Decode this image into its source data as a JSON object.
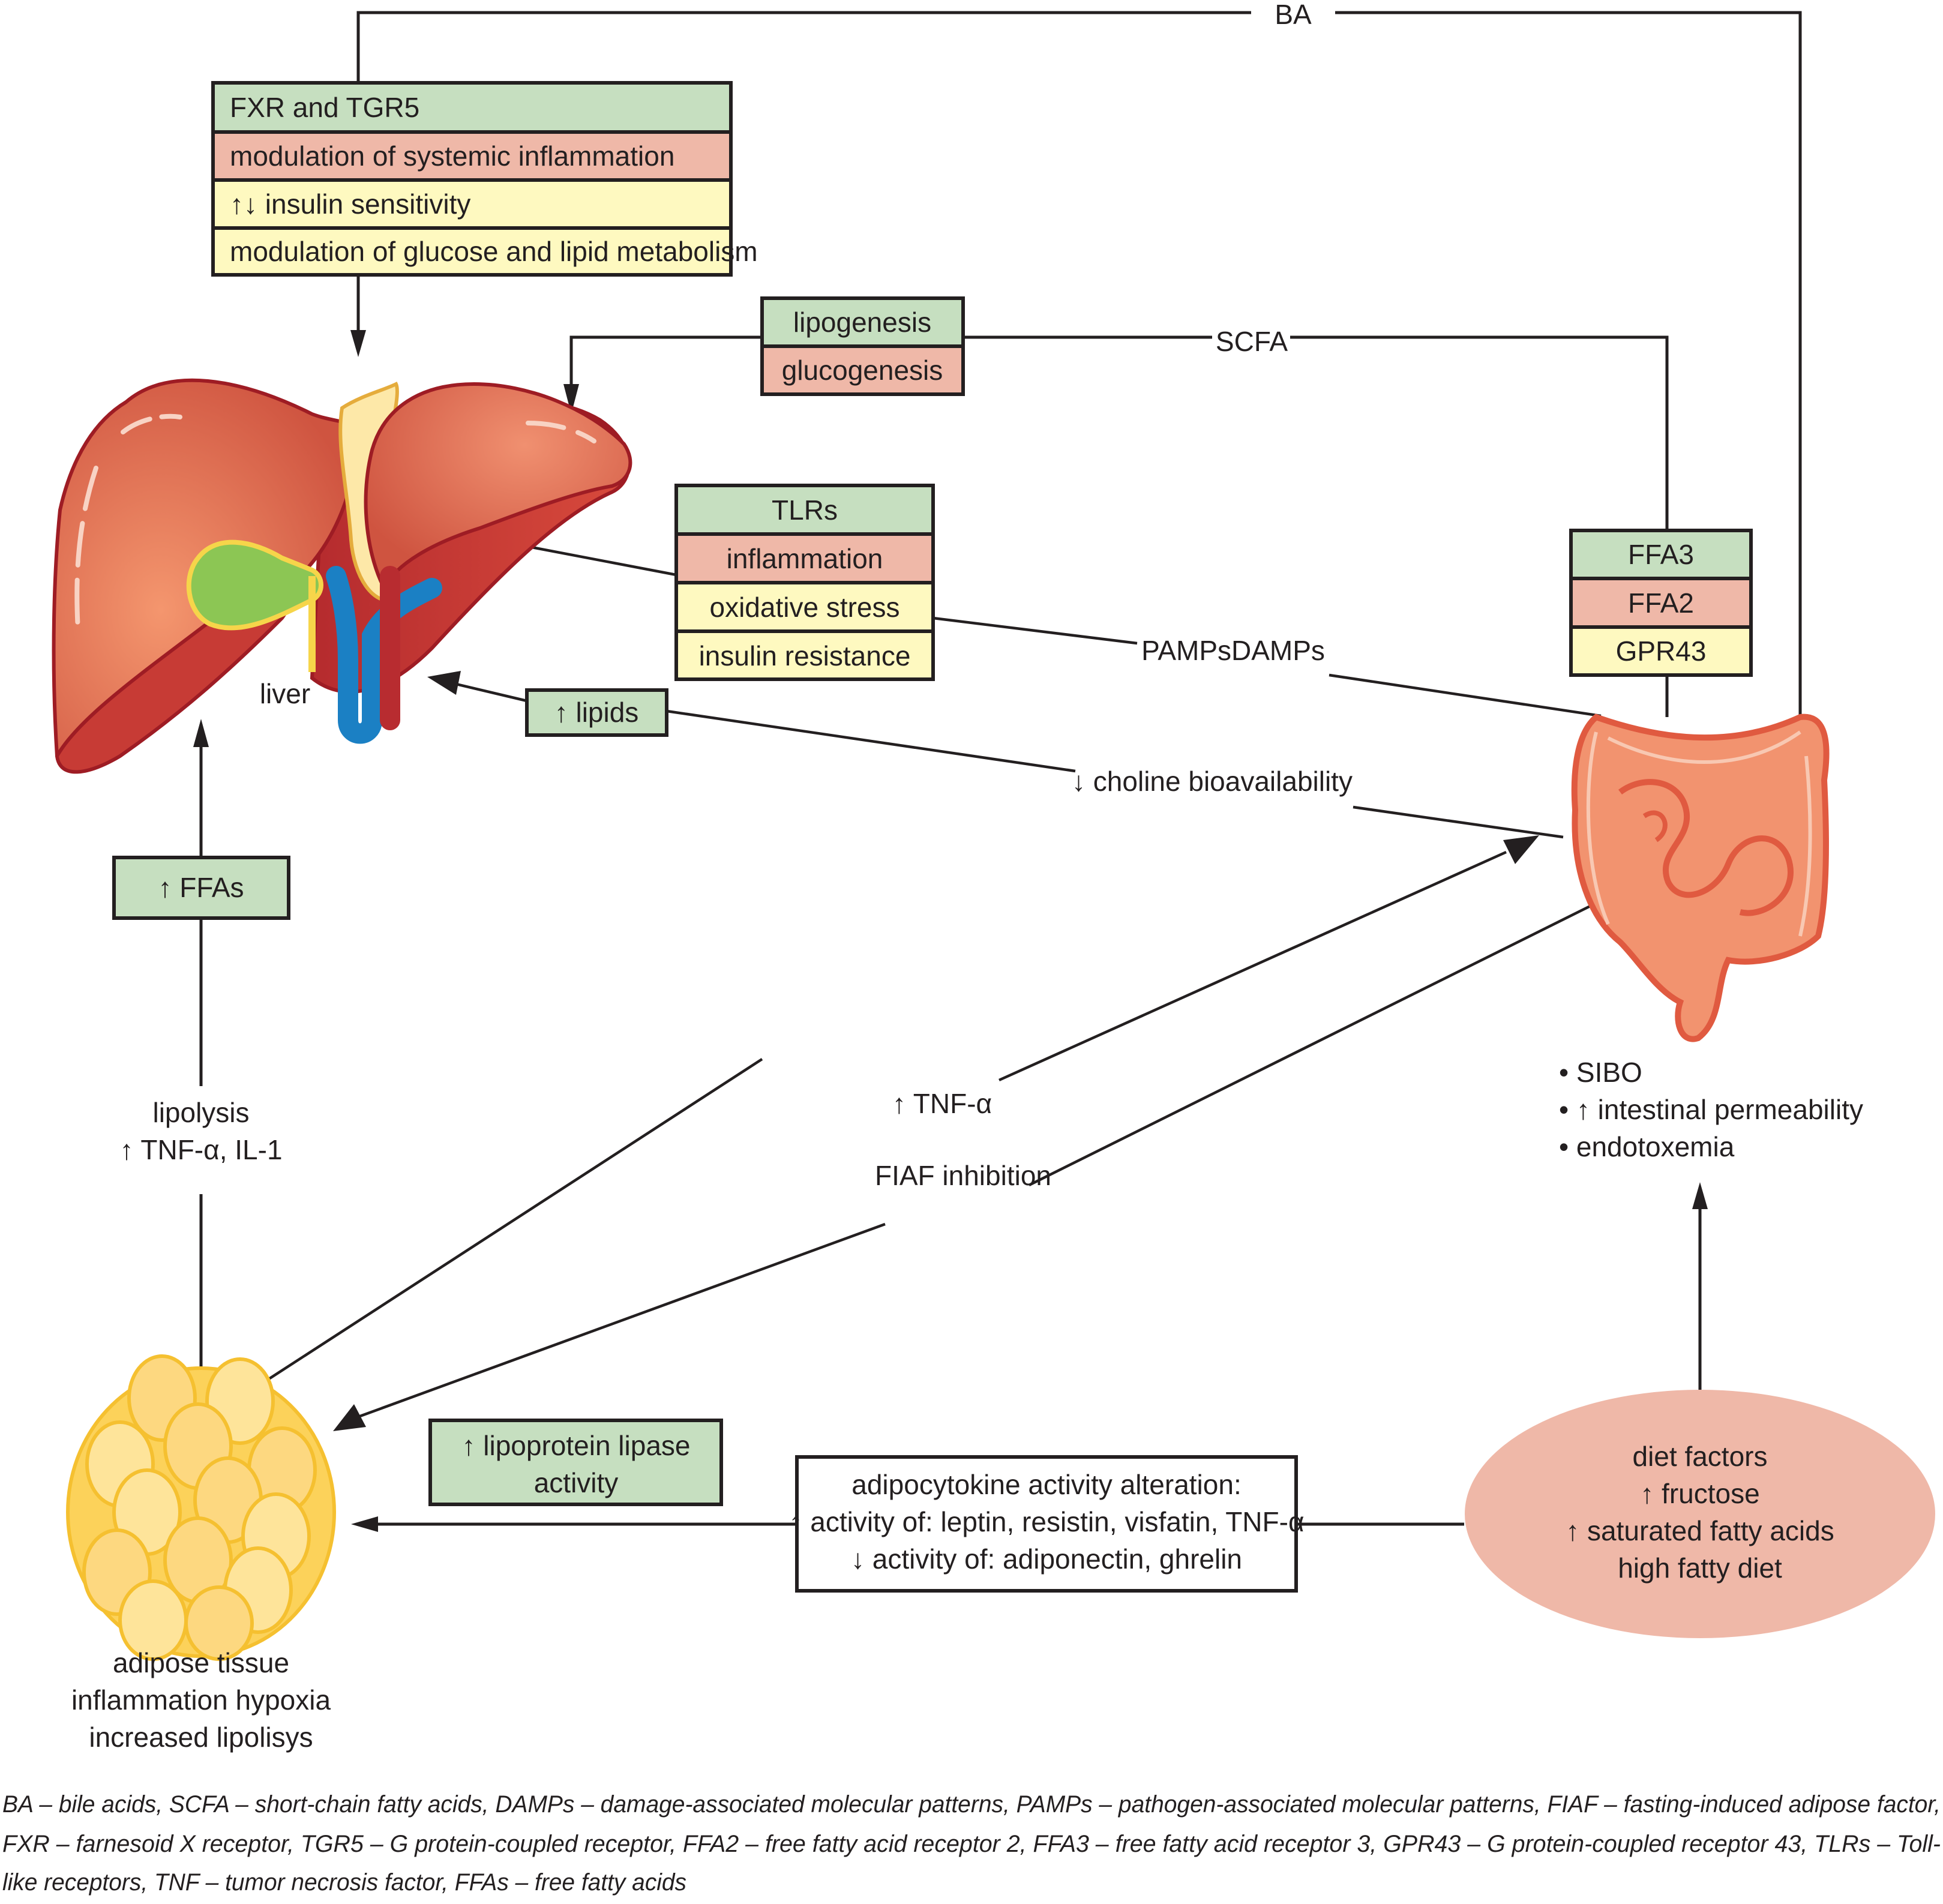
{
  "colors": {
    "green_row": "#c6dfc0",
    "salmon_row": "#efb8a8",
    "yellow_row": "#fef9c0",
    "diet_ellipse": "#efb8a8",
    "line": "#231f20"
  },
  "connectors": {
    "ba": "BA",
    "scfa": "SCFA",
    "pamps_damps": "PAMPsDAMPs",
    "choline": "↓ choline bioavailability",
    "tnf_alpha": "↑ TNF-α",
    "fiaf": "FIAF inhibition"
  },
  "fxr_box": {
    "rows": [
      {
        "text": "FXR and TGR5",
        "color": "green"
      },
      {
        "text": "modulation of systemic inflammation",
        "color": "salmon"
      },
      {
        "text": "↑↓ insulin sensitivity",
        "color": "yellow"
      },
      {
        "text": "modulation of glucose and lipid metabolism",
        "color": "yellow"
      }
    ]
  },
  "scfa_box": {
    "rows": [
      {
        "text": "lipogenesis",
        "color": "green"
      },
      {
        "text": "glucogenesis",
        "color": "salmon"
      }
    ]
  },
  "tlr_box": {
    "rows": [
      {
        "text": "TLRs",
        "color": "green"
      },
      {
        "text": "inflammation",
        "color": "salmon"
      },
      {
        "text": "oxidative stress",
        "color": "yellow"
      },
      {
        "text": "insulin resistance",
        "color": "yellow"
      }
    ]
  },
  "ffa_receptor_box": {
    "rows": [
      {
        "text": "FFA3",
        "color": "green"
      },
      {
        "text": "FFA2",
        "color": "salmon"
      },
      {
        "text": "GPR43",
        "color": "yellow"
      }
    ]
  },
  "liver": {
    "label": "liver"
  },
  "lipids_box": {
    "text": "↑ lipids"
  },
  "ffas_box": {
    "text": "↑ FFAs"
  },
  "lipolysis": {
    "lines": [
      "lipolysis",
      "↑ TNF-α, IL-1"
    ]
  },
  "intestine": {
    "bullets": [
      "• SIBO",
      "• ↑ intestinal permeability",
      "• endotoxemia"
    ]
  },
  "adipose": {
    "lines": [
      "adipose tissue",
      "inflammation hypoxia",
      "increased lipolisys"
    ]
  },
  "lipoprotein_box": {
    "lines": [
      "↑ lipoprotein lipase",
      "activity"
    ]
  },
  "adipocytokine_box": {
    "lines": [
      "adipocytokine activity alteration:",
      "↑ activity of: leptin, resistin, visfatin, TNF-α",
      "↓ activity of: adiponectin, ghrelin"
    ]
  },
  "diet": {
    "lines": [
      "diet factors",
      "↑ fructose",
      "↑ saturated fatty acids",
      "high fatty diet"
    ]
  },
  "footer": {
    "lines": [
      "BA – bile acids, SCFA – short-chain fatty acids, DAMPs – damage-associated molecular patterns, PAMPs – pathogen-associated molecular patterns, FIAF – fasting-induced adipose factor,",
      "FXR – farnesoid X receptor, TGR5 – G protein-coupled receptor, FFA2 – free fatty acid receptor 2, FFA3 – free fatty acid receptor 3, GPR43 – G protein-coupled receptor 43, TLRs – Toll-",
      "like receptors, TNF – tumor necrosis factor, FFAs – free fatty acids"
    ]
  }
}
